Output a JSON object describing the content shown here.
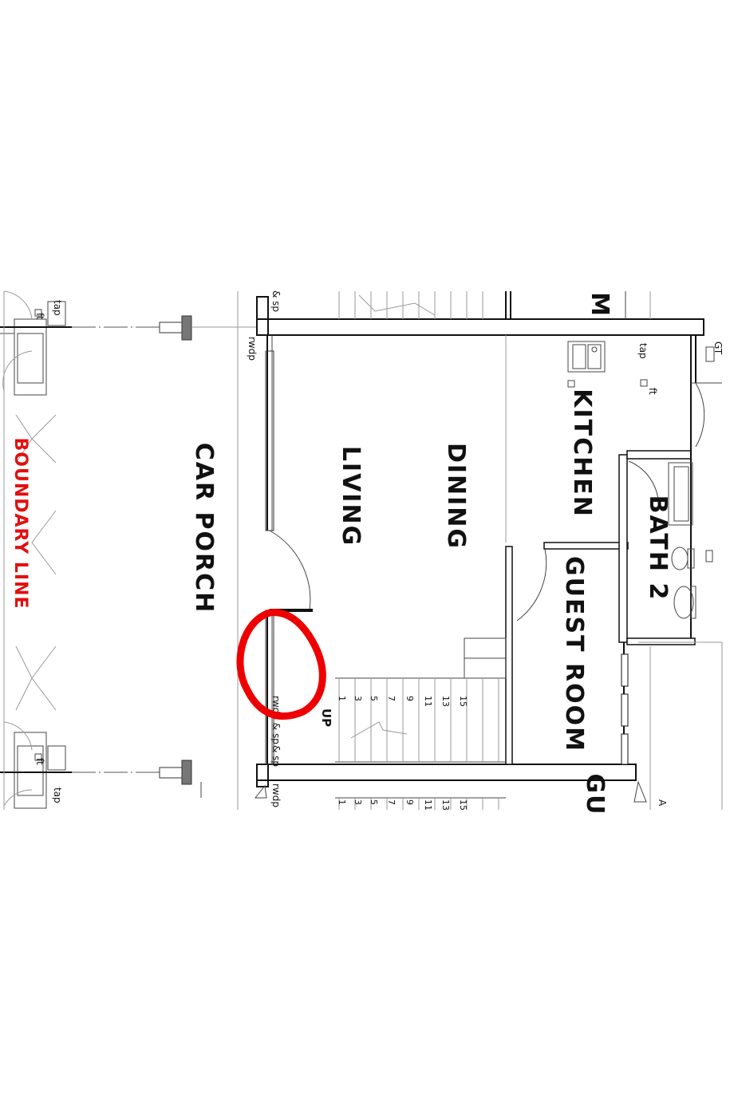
{
  "rooms": {
    "car_porch": "CAR PORCH",
    "living": "LIVING",
    "dining": "DINING",
    "kitchen": "KITCHEN",
    "bath_2": "BATH 2",
    "guest_room": "GUEST ROOM",
    "cut_m": "M",
    "cut_gu": "GU"
  },
  "boundary_line": "BOUNDARY LINE",
  "labels": {
    "tap": "tap",
    "ft": "ft",
    "rwdp": "rwdp",
    "rwdp_sp": "rwdp & sp",
    "sp_fragment": "& sp",
    "gt": "GT",
    "up": "UP",
    "a_fragment": "A"
  },
  "stair_numbers": [
    "1",
    "3",
    "5",
    "7",
    "9",
    "11",
    "13",
    "15"
  ],
  "colors": {
    "boundary": "#e01010",
    "annotation": "#ee0000",
    "wall": "#111111"
  }
}
